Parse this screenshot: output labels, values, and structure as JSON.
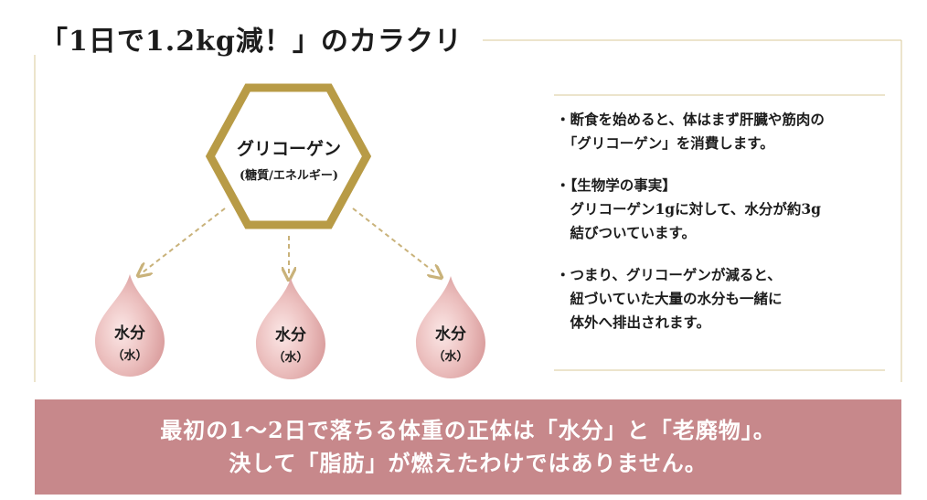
{
  "title": "「1日で1.2kg減！」のカラクリ",
  "colors": {
    "gold": "#b89b46",
    "frame_line": "#d8c89a",
    "banner_bg": "#c7888b",
    "drop_pink": "#e6b1b0",
    "arrow": "#c9b27a"
  },
  "hexagon": {
    "label": "グリコーゲン",
    "sub": "(糖質/エネルギー)"
  },
  "drops": [
    {
      "label": "水分",
      "sub": "（水）"
    },
    {
      "label": "水分",
      "sub": "（水）"
    },
    {
      "label": "水分",
      "sub": "（水）"
    }
  ],
  "bullets": [
    {
      "lines": [
        "・断食を始めると、体はまず肝臓や筋肉の",
        "　「グリコーゲン」を消費します。"
      ]
    },
    {
      "lines": [
        "・【生物学の事実】",
        "　グリコーゲン1gに対して、水分が約3g",
        "　結びついています。"
      ]
    },
    {
      "lines": [
        "・つまり、グリコーゲンが減ると、",
        "　紐づいていた大量の水分も一緒に",
        "　体外へ排出されます。"
      ]
    }
  ],
  "banner": {
    "line1": "最初の1〜2日で落ちる体重の正体は「水分」と「老廃物」。",
    "line2": "決して「脂肪」が燃えたわけではありません。"
  }
}
